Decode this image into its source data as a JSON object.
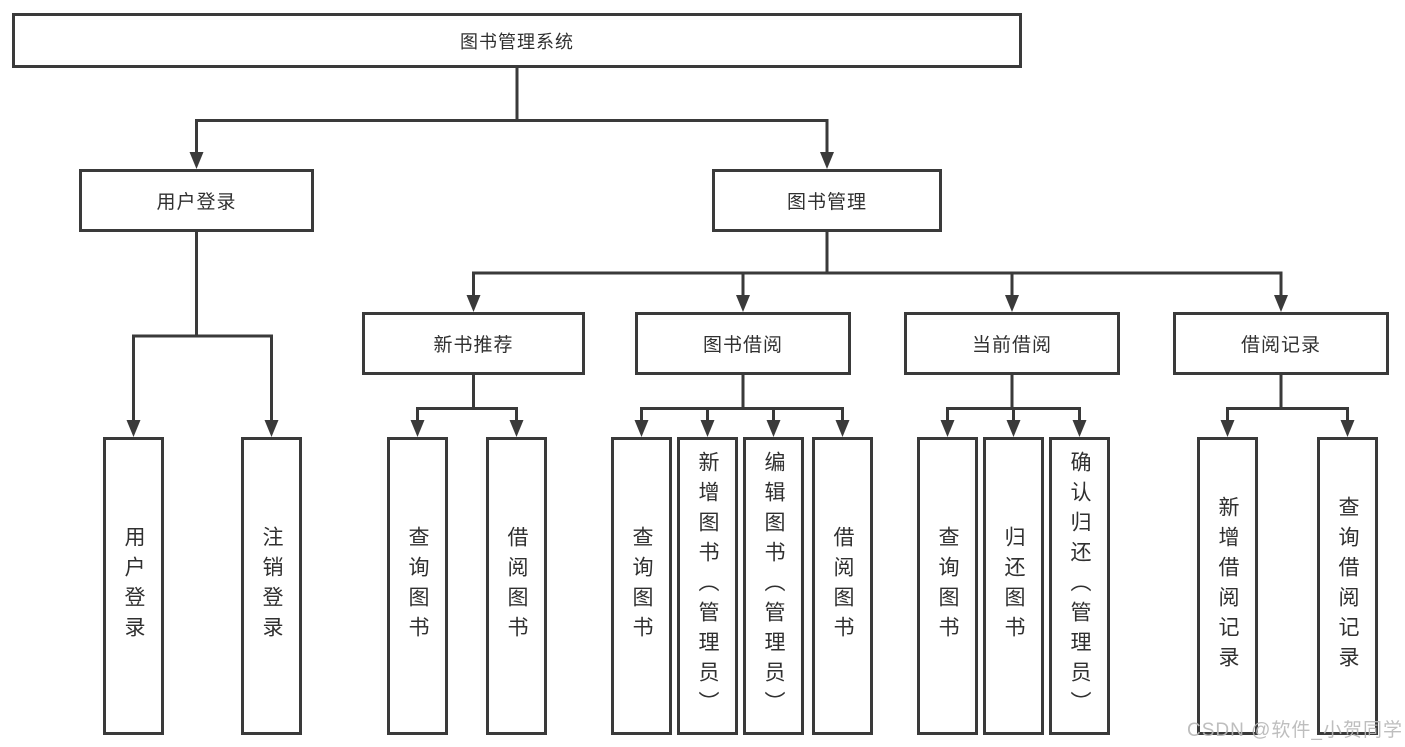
{
  "diagram": {
    "root": {
      "label": "图书管理系统"
    },
    "branches": [
      {
        "label": "用户登录",
        "children": [
          {
            "label": "用户登录"
          },
          {
            "label": "注销登录"
          }
        ]
      },
      {
        "label": "图书管理",
        "children": [
          {
            "label": "新书推荐",
            "children": [
              {
                "label": "查询图书"
              },
              {
                "label": "借阅图书"
              }
            ]
          },
          {
            "label": "图书借阅",
            "children": [
              {
                "label": "查询图书"
              },
              {
                "label": "新增图书（管理员）"
              },
              {
                "label": "编辑图书（管理员）"
              },
              {
                "label": "借阅图书"
              }
            ]
          },
          {
            "label": "当前借阅",
            "children": [
              {
                "label": "查询图书"
              },
              {
                "label": "归还图书"
              },
              {
                "label": "确认归还（管理员）"
              }
            ]
          },
          {
            "label": "借阅记录",
            "children": [
              {
                "label": "新增借阅记录"
              },
              {
                "label": "查询借阅记录"
              }
            ]
          }
        ]
      }
    ]
  },
  "watermark": {
    "text": "CSDN @软件_小贺同学"
  },
  "colors": {
    "line": "#3a3a3a",
    "text": "#303030",
    "watermark": "#b9b9b9"
  }
}
